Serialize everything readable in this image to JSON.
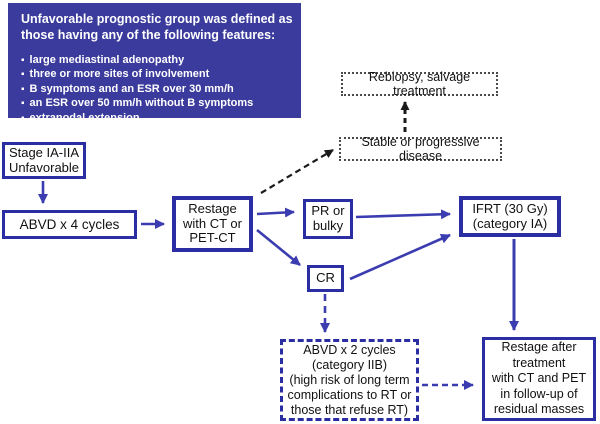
{
  "colors": {
    "panel_bg": "#3B3B9D",
    "panel_text": "#FFFFFF",
    "box_border_blue": "#2B2DA3",
    "arrow_blue": "#3A3CB0",
    "arrow_black": "#1A1A1A"
  },
  "info_panel": {
    "title": "Unfavorable prognostic group was defined as\nthose having any of the following features:",
    "bullets": [
      "large mediastinal adenopathy",
      "three or more sites of involvement",
      "B symptoms and an ESR over 30 mm/h",
      "an ESR over 50 mm/h without B symptoms",
      "extranodal extension"
    ]
  },
  "nodes": {
    "stage": "Stage IA-IIA\nUnfavorable",
    "abvd4": "ABVD x 4 cycles",
    "restage": "Restage\nwith CT or\nPET-CT",
    "pr_bulky": "PR or\nbulky",
    "cr": "CR",
    "ifrt": "IFRT (30 Gy)\n(category IA)",
    "rebiopsy": "Rebiopsy, salvage treatment",
    "stable": "Stable or progressive disease",
    "abvd2": "ABVD x 2 cycles\n(category IIB)\n(high risk of long term\ncomplications to RT or\nthose that refuse RT)",
    "restage_after": "Restage after\ntreatment\nwith CT and PET\nin follow-up of\nresidual masses"
  }
}
